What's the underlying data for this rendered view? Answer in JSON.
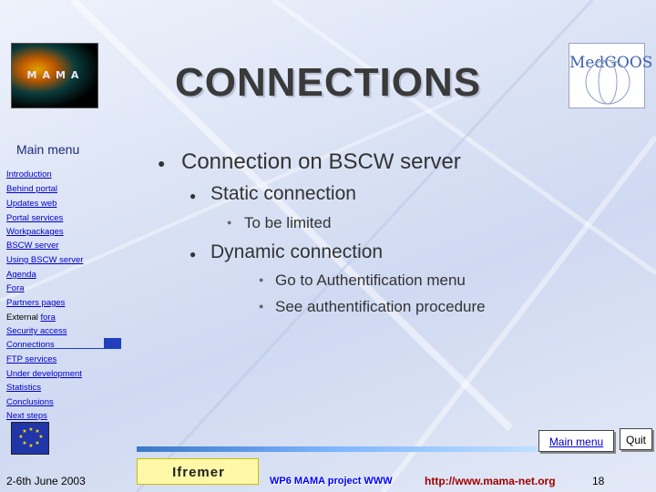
{
  "header": {
    "title": "CONNECTIONS",
    "logo_left_text": "MAMA",
    "logo_right_text": "MedGOOS"
  },
  "sidebar": {
    "title": "Main menu",
    "items": [
      {
        "label": "Introduction"
      },
      {
        "label": "Behind portal"
      },
      {
        "label": "Updates web"
      },
      {
        "label": "Portal services"
      },
      {
        "label": "Workpackages"
      },
      {
        "label": "BSCW server"
      },
      {
        "label": "Using BSCW server"
      },
      {
        "label": "Agenda"
      },
      {
        "label": "Fora"
      },
      {
        "label": "Partners pages"
      },
      {
        "label_prefix": "External ",
        "label_link": "fora"
      },
      {
        "label": "Security access"
      },
      {
        "label": "Connections"
      },
      {
        "label": "FTP services"
      },
      {
        "label": "Under development"
      },
      {
        "label": "Statistics"
      },
      {
        "label": "Conclusions"
      },
      {
        "label": "Next steps"
      }
    ]
  },
  "content": {
    "l1": "Connection on BSCW server",
    "l2a": "Static connection",
    "l3a": "To be limited",
    "l2b": "Dynamic connection",
    "l3b": "Go to Authentification menu",
    "l3c": "See authentification procedure"
  },
  "nav": {
    "main_menu": "Main menu",
    "quit": "Quit"
  },
  "footer": {
    "date": "2-6th June 2003",
    "logo_text": "Ifremer",
    "project": "WP6 MAMA project WWW",
    "url": "http://www.mama-net.org",
    "page": "18"
  },
  "colors": {
    "link": "#0000cc",
    "menu_title": "#1f2a78",
    "footer_url": "#a00000",
    "accent_marker": "#1f3fbf"
  }
}
